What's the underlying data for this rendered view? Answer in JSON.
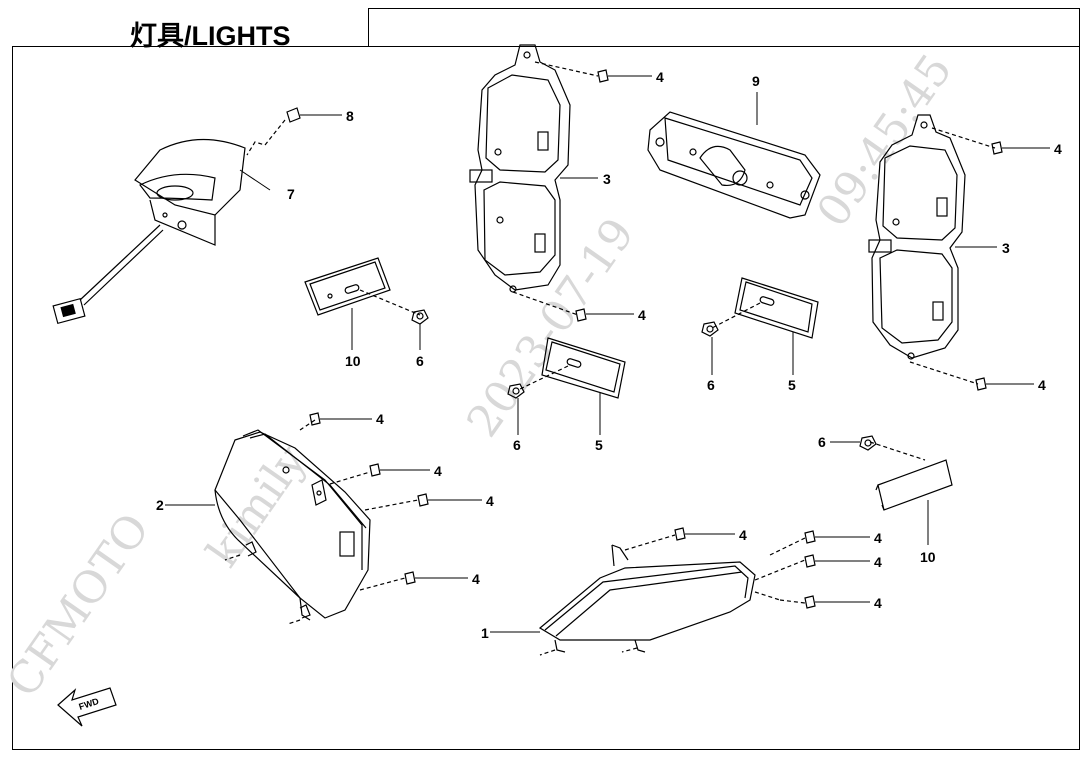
{
  "title": "灯具/LIGHTS",
  "watermark": {
    "brand": "CFMOTO",
    "user": "kimily",
    "date": "2023-07-19",
    "time": "09:45:45"
  },
  "fwd_label": "FWD",
  "parts": [
    {
      "id": "part-1",
      "number": "1",
      "name": "headlight-right"
    },
    {
      "id": "part-2",
      "number": "2",
      "name": "headlight-left"
    },
    {
      "id": "part-3a",
      "number": "3",
      "name": "tail-light-left"
    },
    {
      "id": "part-3b",
      "number": "3",
      "name": "tail-light-right"
    },
    {
      "id": "part-5a",
      "number": "5",
      "name": "reflector-center"
    },
    {
      "id": "part-5b",
      "number": "5",
      "name": "reflector-right"
    },
    {
      "id": "part-7",
      "number": "7",
      "name": "license-plate-light"
    },
    {
      "id": "part-8",
      "number": "8",
      "name": "screw"
    },
    {
      "id": "part-9",
      "number": "9",
      "name": "license-plate-bracket"
    },
    {
      "id": "part-10a",
      "number": "10",
      "name": "reflector-left"
    },
    {
      "id": "part-10b",
      "number": "10",
      "name": "reflector-lower-right"
    }
  ],
  "callouts": {
    "c4a": "4",
    "c4b": "4",
    "c4c": "4",
    "c4d": "4",
    "c4e": "4",
    "c4f": "4",
    "c4g": "4",
    "c4h": "4",
    "c4i": "4",
    "c4j": "4",
    "c4k": "4",
    "c4l": "4",
    "c6a": "6",
    "c6b": "6",
    "c6c": "6",
    "c6d": "6",
    "c1": "1",
    "c2": "2",
    "c3a": "3",
    "c3b": "3",
    "c5a": "5",
    "c5b": "5",
    "c7": "7",
    "c8": "8",
    "c9": "9",
    "c10a": "10",
    "c10b": "10"
  },
  "colors": {
    "line": "#000000",
    "watermark": "#d8d8d8",
    "background": "#ffffff"
  }
}
